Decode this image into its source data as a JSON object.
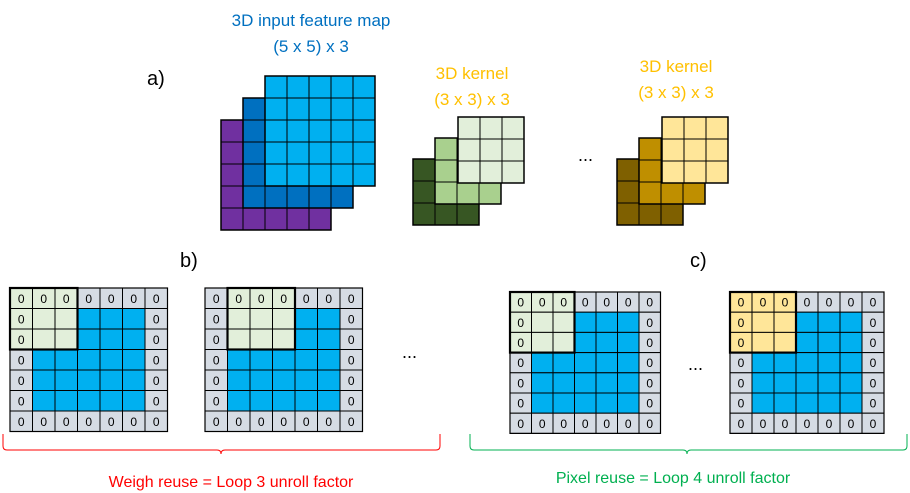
{
  "labels": {
    "a": "a)",
    "b": "b)",
    "c": "c)"
  },
  "input_map": {
    "title_line1": "3D input feature  map",
    "title_line2": "(5 x 5) x 3"
  },
  "kernel_1": {
    "title_line1": "3D kernel",
    "title_line2": "(3 x 3) x 3"
  },
  "kernel_2": {
    "title_line1": "3D kernel",
    "title_line2": "(3 x 3) x 3"
  },
  "ellipsis": "...",
  "padding_value": "0",
  "captions": {
    "weight_reuse": "Weigh reuse = Loop 3 unroll factor",
    "pixel_reuse": "Pixel reuse = Loop 4 unroll factor"
  },
  "colors": {
    "feature_blue": "#00B0F0",
    "feature_mid_blue": "#0070C0",
    "feature_purple": "#7030A0",
    "kernel_green_light": "#E2EFDA",
    "kernel_green_mid": "#A9D08E",
    "kernel_green_dark": "#375623",
    "kernel_gold_light": "#FFE699",
    "kernel_gold_mid": "#BF8F00",
    "kernel_gold_dark": "#7F6000",
    "padding_gray": "#D6DCE4",
    "title_blue": "#0070C0",
    "title_gold": "#FFC000",
    "caption_red": "#FF0000",
    "caption_green": "#00B050"
  }
}
